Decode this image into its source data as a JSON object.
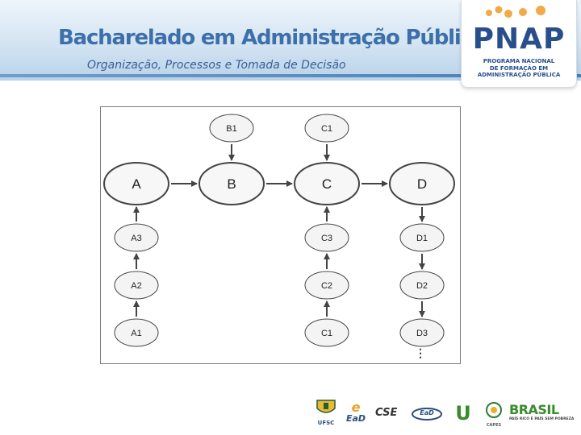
{
  "header": {
    "course_title": "Bacharelado em Administração Pública",
    "course_subtitle": "Organização, Processos e Tomada de Decisão"
  },
  "logo": {
    "wordmark": "PNAP",
    "subtitle_lines": [
      "PROGRAMA NACIONAL",
      "DE FORMAÇÃO EM",
      "ADMINISTRAÇÃO PÚBLICA"
    ]
  },
  "diagram": {
    "nodes": [
      {
        "id": "A",
        "label": "A"
      },
      {
        "id": "B",
        "label": "B"
      },
      {
        "id": "C",
        "label": "C"
      },
      {
        "id": "D",
        "label": "D"
      },
      {
        "id": "B1",
        "label": "B1"
      },
      {
        "id": "C1_top",
        "label": "C1"
      },
      {
        "id": "A3",
        "label": "A3"
      },
      {
        "id": "A2",
        "label": "A2"
      },
      {
        "id": "A1",
        "label": "A1"
      },
      {
        "id": "C3",
        "label": "C3"
      },
      {
        "id": "C2",
        "label": "C2"
      },
      {
        "id": "C1_bottom",
        "label": "C1"
      },
      {
        "id": "D1",
        "label": "D1"
      },
      {
        "id": "D2",
        "label": "D2"
      },
      {
        "id": "D3",
        "label": "D3"
      }
    ],
    "edges": [
      {
        "from": "A",
        "to": "B"
      },
      {
        "from": "B",
        "to": "C"
      },
      {
        "from": "C",
        "to": "D"
      },
      {
        "from": "B1",
        "to": "B"
      },
      {
        "from": "C1_top",
        "to": "C"
      },
      {
        "from": "A1",
        "to": "A2"
      },
      {
        "from": "A2",
        "to": "A3"
      },
      {
        "from": "A3",
        "to": "A"
      },
      {
        "from": "C1_bottom",
        "to": "C2"
      },
      {
        "from": "C2",
        "to": "C3"
      },
      {
        "from": "C3",
        "to": "C"
      },
      {
        "from": "D",
        "to": "D1"
      },
      {
        "from": "D1",
        "to": "D2"
      },
      {
        "from": "D2",
        "to": "D3"
      }
    ],
    "continuation_marker": "⋮"
  },
  "footer": {
    "logos": [
      {
        "name": "ufsc",
        "text": "UFSC"
      },
      {
        "name": "ead",
        "text": "EaD"
      },
      {
        "name": "cse",
        "text": "CSE"
      },
      {
        "name": "ead-oval",
        "text": "EaD"
      },
      {
        "name": "uab",
        "text": "U"
      },
      {
        "name": "capes",
        "text": "CAPES"
      },
      {
        "name": "brasil",
        "text": "BRASIL",
        "tagline": "PAÍS RICO É PAÍS SEM POBREZA"
      }
    ]
  },
  "colors": {
    "title_blue": "#3d6fab",
    "logo_blue": "#284f8c",
    "logo_orange": "#f2a94a",
    "node_fill": "#f4f4f4",
    "node_stroke": "#444444",
    "brasil_green": "#3a8b2e",
    "brasil_yellow": "#f3c300"
  }
}
